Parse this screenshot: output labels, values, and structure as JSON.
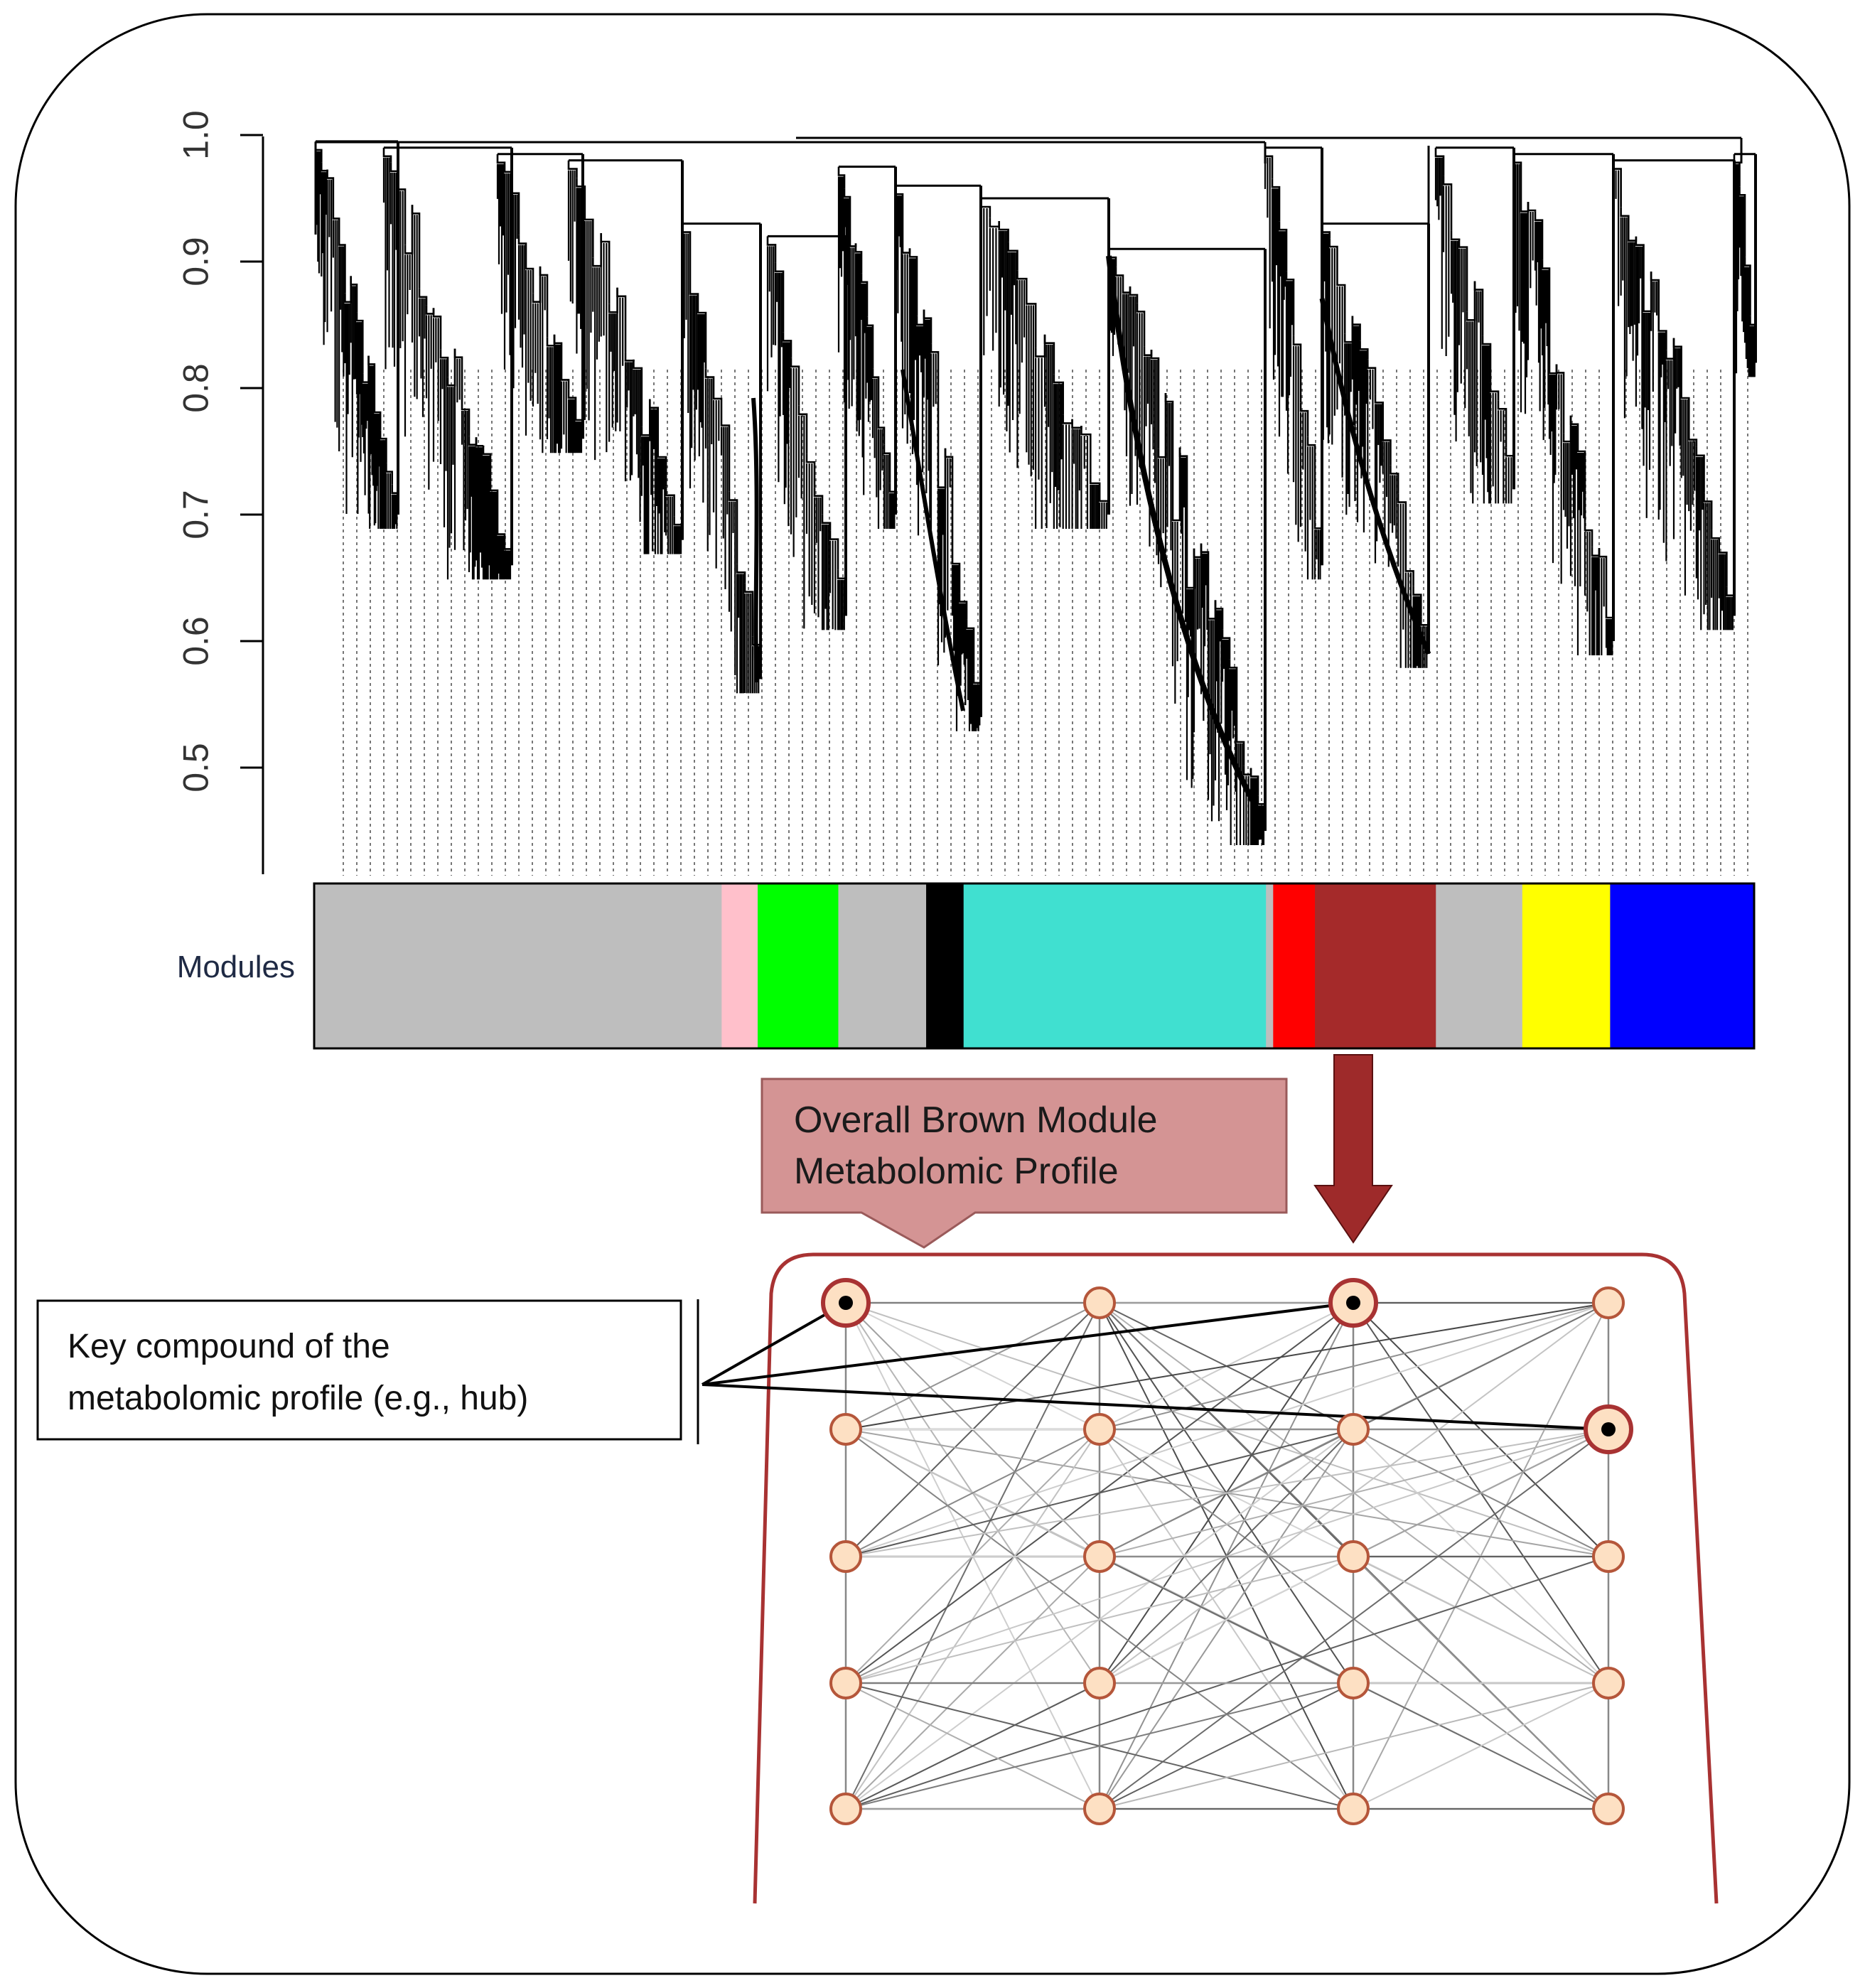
{
  "dendrogram": {
    "y_ticks": [
      "1.0",
      "0.9",
      "0.8",
      "0.7",
      "0.6",
      "0.5"
    ],
    "tick_values": [
      1.0,
      0.9,
      0.8,
      0.7,
      0.6,
      0.5
    ],
    "y_range": [
      0.42,
      1.0
    ]
  },
  "modules": {
    "label": "Modules",
    "bands": [
      {
        "color": "#bebebe",
        "span": [
          0.0,
          0.283
        ]
      },
      {
        "color": "#ffc0cb",
        "span": [
          0.283,
          0.308
        ]
      },
      {
        "color": "#00ff00",
        "span": [
          0.308,
          0.364
        ]
      },
      {
        "color": "#bebebe",
        "span": [
          0.364,
          0.425
        ]
      },
      {
        "color": "#000000",
        "span": [
          0.425,
          0.451
        ]
      },
      {
        "color": "#40e0d0",
        "span": [
          0.451,
          0.661
        ]
      },
      {
        "color": "#bebebe",
        "span": [
          0.661,
          0.666
        ]
      },
      {
        "color": "#ff0000",
        "span": [
          0.666,
          0.695
        ]
      },
      {
        "color": "#a52a2a",
        "span": [
          0.695,
          0.779
        ]
      },
      {
        "color": "#bebebe",
        "span": [
          0.779,
          0.839
        ]
      },
      {
        "color": "#ffff00",
        "span": [
          0.839,
          0.9
        ]
      },
      {
        "color": "#0000ff",
        "span": [
          0.9,
          1.0
        ]
      }
    ]
  },
  "callout": {
    "line1": "Overall Brown Module",
    "line2": "Metabolomic Profile",
    "fill": "#d49494"
  },
  "hub_label": {
    "line1": "Key compound of the",
    "line2": "metabolomic profile (e.g., hub)"
  },
  "network": {
    "rows": 5,
    "cols": 4,
    "hubs": [
      [
        0,
        0
      ],
      [
        0,
        2
      ],
      [
        1,
        3
      ]
    ],
    "node_fill": "#fde0c3",
    "node_stroke": "#b5563a",
    "frame_color": "#a83232"
  },
  "colors": {
    "arrow": "#9e2a2a"
  }
}
